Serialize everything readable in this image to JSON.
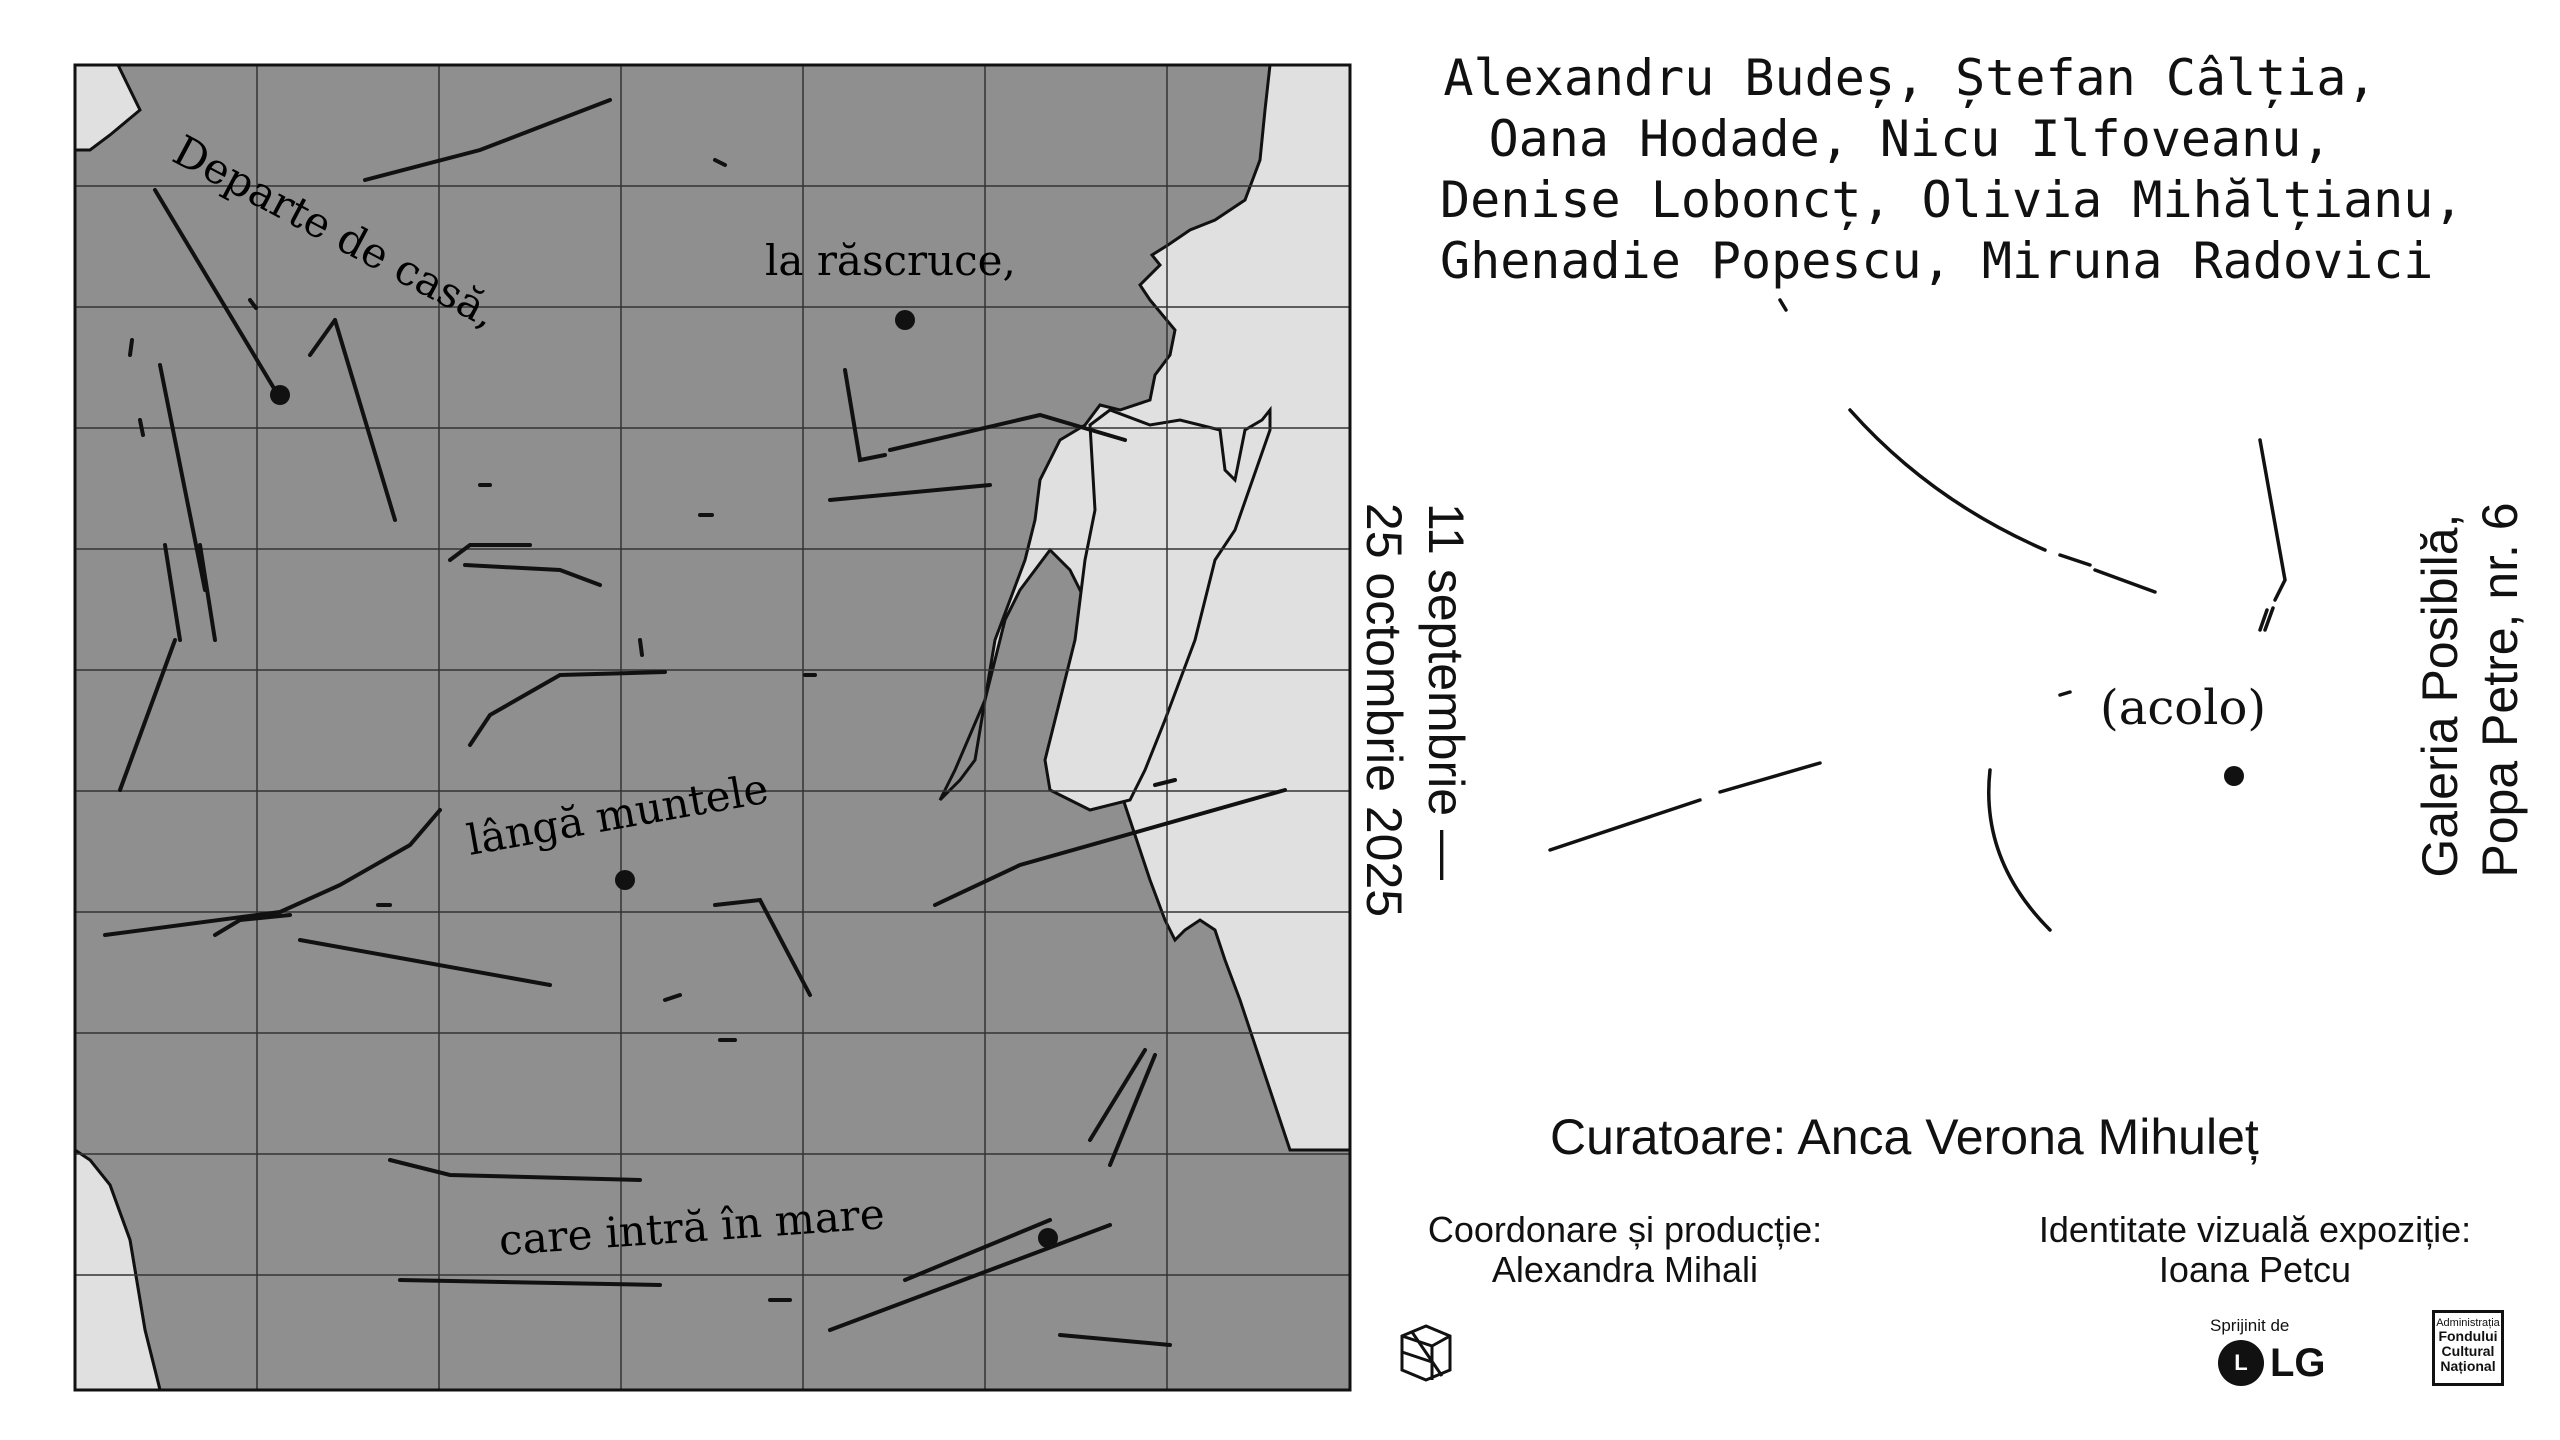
{
  "map": {
    "colors": {
      "land": "#8f8f8f",
      "water": "#e0e0e0",
      "line": "#111111"
    },
    "phrases": [
      "Departe de casă,",
      "la răscruce,",
      "lângă muntele",
      "care intră în mare"
    ]
  },
  "artists": [
    "Alexandru Budeș, Ștefan Câlția,",
    "Oana Hodade, Nicu Ilfoveanu,",
    "Denise Loboncț, Olivia Mihălțianu,",
    "Ghenadie Popescu, Miruna Radovici"
  ],
  "dates": {
    "start": "11 septembrie —",
    "end": "25 octombrie 2025"
  },
  "venue": {
    "name": "Galeria Posibilă,",
    "address": "Popa Petre, nr. 6"
  },
  "marker_label": "(acolo)",
  "curator": "Curatoare: Anca Verona Mihuleț",
  "credits": {
    "coordination_label": "Coordonare și producție:",
    "coordination_name": "Alexandra Mihali",
    "identity_label": "Identitate vizuală expoziție:",
    "identity_name": "Ioana Petcu"
  },
  "sponsors": {
    "label": "Sprijinit de",
    "lg": "LG",
    "afcn_lines": [
      "Administrația",
      "Fondului",
      "Cultural",
      "Național"
    ]
  }
}
